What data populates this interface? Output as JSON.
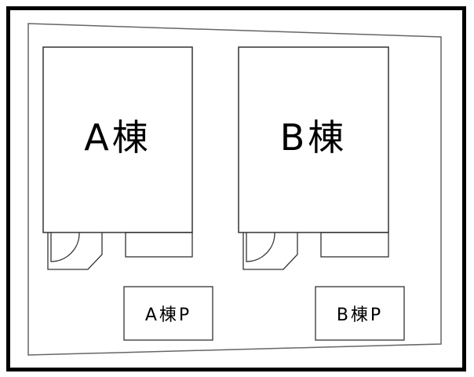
{
  "diagram": {
    "type": "site-plan",
    "buildings": [
      {
        "id": "A",
        "label": "A棟"
      },
      {
        "id": "B",
        "label": "B棟"
      }
    ],
    "parking": [
      {
        "id": "A",
        "label": "A棟P"
      },
      {
        "id": "B",
        "label": "B棟P"
      }
    ],
    "colors": {
      "line": "#000000",
      "thin_line": "#555555",
      "background": "#ffffff"
    }
  }
}
